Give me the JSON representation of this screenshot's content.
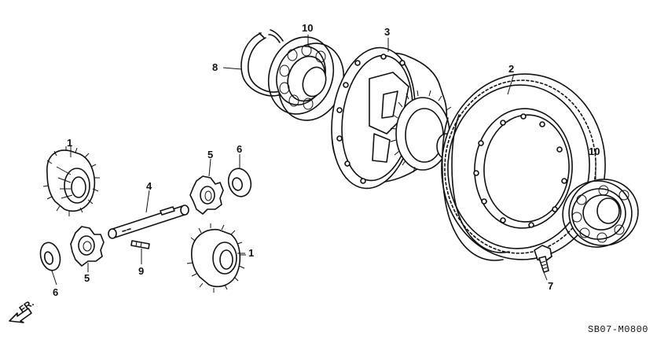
{
  "callouts": {
    "c1a": "1",
    "c1b": "1",
    "c2": "2",
    "c3": "3",
    "c4": "4",
    "c5a": "5",
    "c5b": "5",
    "c6a": "6",
    "c6b": "6",
    "c7": "7",
    "c8": "8",
    "c9": "9",
    "c10a": "10",
    "c10b": "10"
  },
  "diagram_code": "SB07-M0800",
  "direction_label": "FR."
}
